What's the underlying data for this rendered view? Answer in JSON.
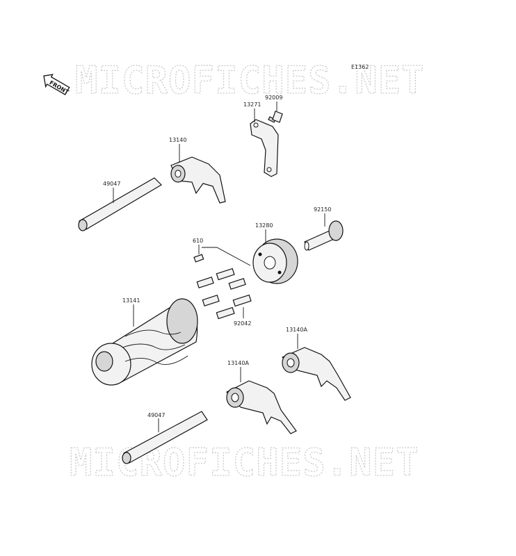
{
  "diagram_code": "E1362",
  "front_label": "FRONT",
  "watermark": "MICROFICHES.NET",
  "parts": {
    "p13271": "13271",
    "p92009": "92009",
    "p13140": "13140",
    "p49047_top": "49047",
    "p92150": "92150",
    "p13280": "13280",
    "p610": "610",
    "p13141": "13141",
    "p92042": "92042",
    "p13140a_right": "13140A",
    "p13140a_left": "13140A",
    "p49047_bottom": "49047"
  }
}
